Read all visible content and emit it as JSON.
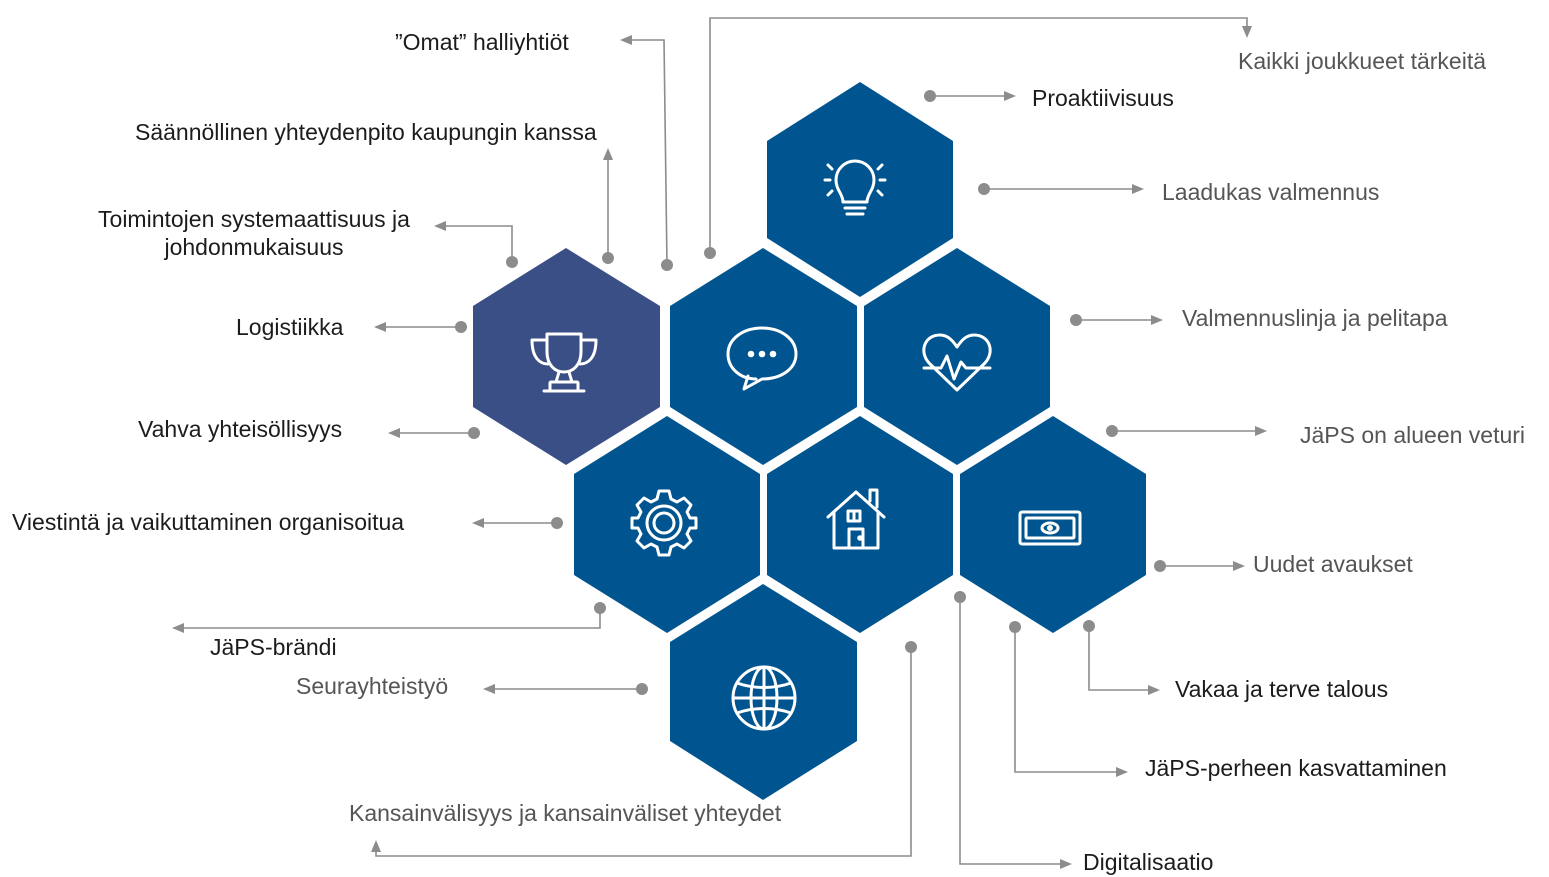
{
  "colors": {
    "hex_primary": "#00548f",
    "hex_accent": "#3b4f87",
    "connector": "#8c8c8c"
  },
  "hexagons": [
    {
      "id": "idea",
      "icon": "lightbulb-icon",
      "accent": false
    },
    {
      "id": "chat",
      "icon": "speech-bubble-icon",
      "accent": false
    },
    {
      "id": "health",
      "icon": "heart-pulse-icon",
      "accent": false
    },
    {
      "id": "trophy",
      "icon": "trophy-icon",
      "accent": true
    },
    {
      "id": "gear",
      "icon": "gear-icon",
      "accent": false
    },
    {
      "id": "home",
      "icon": "house-icon",
      "accent": false
    },
    {
      "id": "money",
      "icon": "banknote-icon",
      "accent": false
    },
    {
      "id": "globe",
      "icon": "globe-icon",
      "accent": false
    }
  ],
  "labels": {
    "omat_halliyhtiot": "”Omat” halliyhtiöt",
    "saannollinen": "Säännöllinen yhteydenpito kaupungin kanssa",
    "toimintojen_line1": "Toimintojen systemaattisuus ja",
    "toimintojen_line2": "johdonmukaisuus",
    "logistiikka": "Logistiikka",
    "vahva": "Vahva yhteisöllisyys",
    "viestinta": "Viestintä ja vaikuttaminen organisoitua",
    "japs_brandi": "JäPS-brändi",
    "seurayhteistyo": "Seurayhteistyö",
    "kansainvalisyys": "Kansainvälisyys ja kansainväliset yhteydet",
    "digitalisaatio": "Digitalisaatio",
    "perhe": "JäPS-perheen kasvattaminen",
    "talous": "Vakaa ja terve talous",
    "uudet": "Uudet avaukset",
    "veturi": "JäPS on alueen veturi",
    "valmennuslinja": "Valmennuslinja ja pelitapa",
    "laadukas": "Laadukas valmennus",
    "proaktiivisuus": "Proaktiivisuus",
    "kaikki": "Kaikki joukkueet tärkeitä"
  }
}
